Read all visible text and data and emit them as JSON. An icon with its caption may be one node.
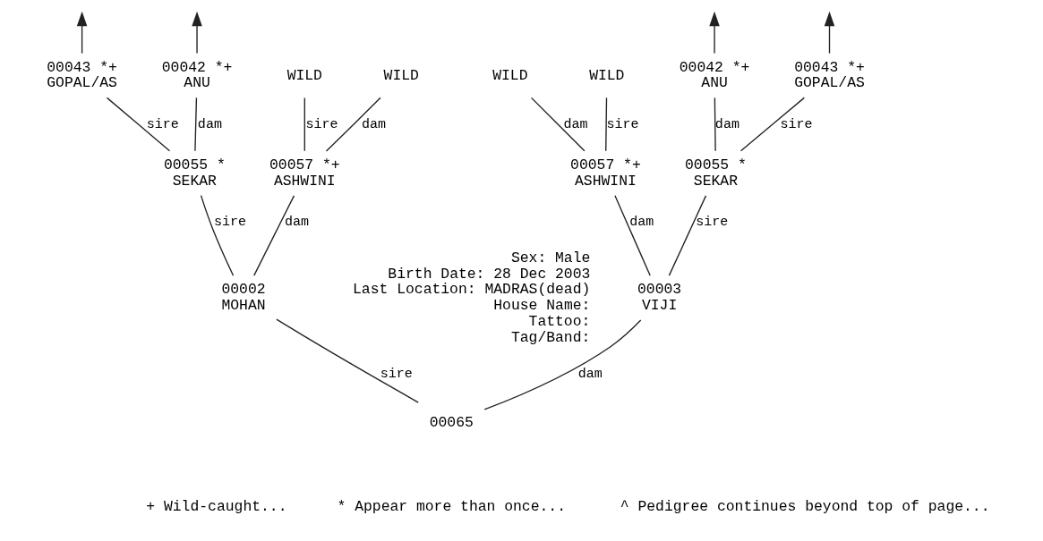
{
  "diagram": {
    "nodes": [
      {
        "text": [
          "WILD"
        ]
      },
      {
        "text": [
          "WILD"
        ]
      },
      {
        "text": [
          "00042 *+",
          "ANU"
        ]
      },
      {
        "text": [
          "00043 *+",
          "GOPAL/AS"
        ]
      },
      {
        "text": [
          "WILD"
        ]
      },
      {
        "text": [
          "WILD"
        ]
      },
      {
        "text": [
          "00042 *+",
          "ANU"
        ]
      },
      {
        "text": [
          "00043 *+",
          "GOPAL/AS"
        ]
      },
      {
        "text": [
          "00057 *+",
          "ASHWINI"
        ]
      },
      {
        "text": [
          "00055 *",
          "SEKAR"
        ]
      },
      {
        "text": [
          "00057 *+",
          "ASHWINI"
        ]
      },
      {
        "text": [
          "00055 *",
          "SEKAR"
        ]
      },
      {
        "text": [
          "00003",
          "VIJI"
        ]
      },
      {
        "text": [
          "00002",
          "MOHAN"
        ],
        "beside": [
          "Sex: Male",
          "Birth Date: 28 Dec 2003",
          "Last Location: MADRAS(dead)",
          "House Name:",
          "Tattoo:",
          "Tag/Band:"
        ]
      },
      {
        "text": [
          "00065"
        ]
      }
    ],
    "edges": [
      {
        "from": 2,
        "to": null,
        "arrow": "to"
      },
      {
        "from": 3,
        "to": null,
        "arrow": "to"
      },
      {
        "from": 6,
        "to": null,
        "arrow": "to"
      },
      {
        "from": 7,
        "to": null,
        "arrow": "to"
      },
      {
        "from": 0,
        "to": 8,
        "arrow": "none",
        "label": "dam"
      },
      {
        "from": 1,
        "to": 8,
        "arrow": "none",
        "label": "sire"
      },
      {
        "from": 2,
        "to": 9,
        "arrow": "none",
        "label": "dam"
      },
      {
        "from": 3,
        "to": 9,
        "arrow": "none",
        "label": "sire"
      },
      {
        "from": 4,
        "to": 10,
        "arrow": "none",
        "label": "dam"
      },
      {
        "from": 5,
        "to": 10,
        "arrow": "none",
        "label": "sire"
      },
      {
        "from": 6,
        "to": 11,
        "arrow": "none",
        "label": "dam"
      },
      {
        "from": 7,
        "to": 11,
        "arrow": "none",
        "label": "sire"
      },
      {
        "from": 8,
        "to": 12,
        "arrow": "none",
        "label": "dam"
      },
      {
        "from": 9,
        "to": 12,
        "arrow": "none",
        "label": "sire"
      },
      {
        "from": 10,
        "to": 13,
        "arrow": "none",
        "label": "dam"
      },
      {
        "from": 11,
        "to": 13,
        "arrow": "none",
        "label": "sire"
      },
      {
        "from": 12,
        "to": 14,
        "arrow": "none",
        "label": "dam"
      },
      {
        "from": 13,
        "to": 14,
        "arrow": "none",
        "label": "sire"
      }
    ],
    "labels": [
      "+ Wild-caught...",
      "* Appear more than once...",
      "^ Pedigree continues beyond top of page..."
    ]
  }
}
